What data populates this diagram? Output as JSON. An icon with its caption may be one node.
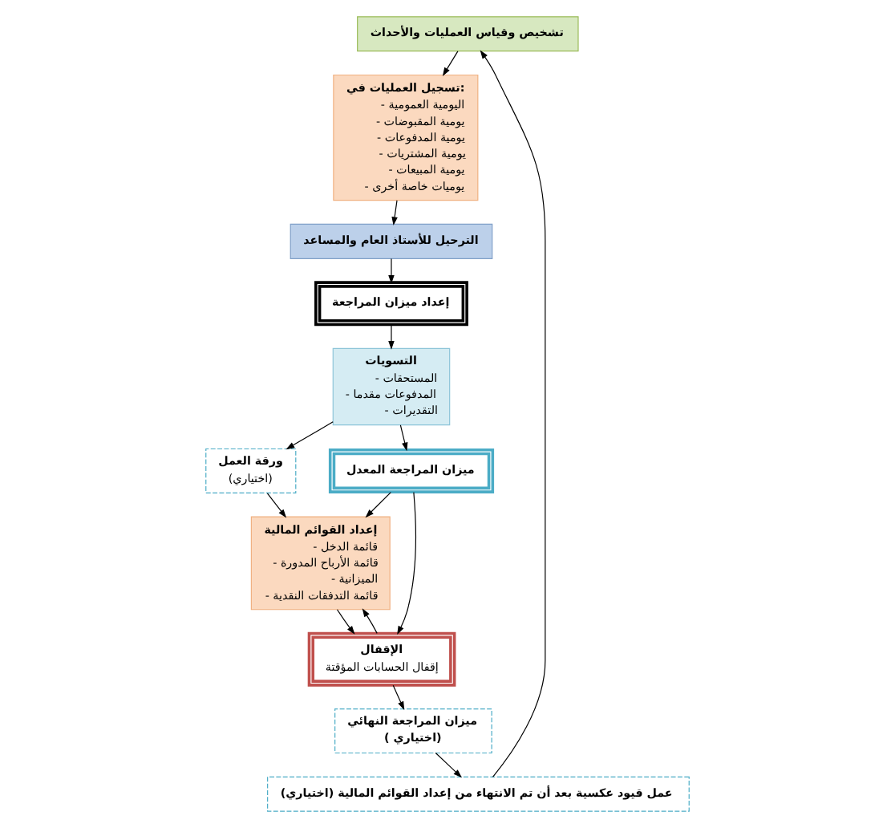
{
  "diagram": {
    "nodes": [
      {
        "text": [
          "تشخيص وقياس العمليات والأحداث"
        ]
      },
      {
        "text": [
          "تسجيل العمليات في:",
          "- اليومية العمومية",
          "- يومية المقبوضات",
          "- يومية المدفوعات",
          "- يومية المشتريات",
          "- يومية المبيعات",
          "- يوميات خاصة أخرى"
        ]
      },
      {
        "text": [
          "الترحيل للأستاذ العام والمساعد"
        ]
      },
      {
        "text": [
          "إعداد ميزان المراجعة"
        ]
      },
      {
        "text": [
          "التسويات",
          "- المستحقات",
          "- المدفوعات مقدما",
          "- التقديرات"
        ]
      },
      {
        "text": [
          "ورقة العمل",
          "(اختياري)"
        ]
      },
      {
        "text": [
          "ميزان المراجعة المعدل"
        ]
      },
      {
        "text": [
          "إعداد القوائم المالية",
          "- قائمة الدخل",
          "- قائمة الأرباح المدورة",
          "- الميزانية",
          "- قائمة التدفقات النقدية"
        ]
      },
      {
        "text": [
          "الإقفال",
          "إقفال الحسابات المؤقتة"
        ]
      },
      {
        "text": [
          "ميزان المراجعة النهائي",
          "( اختياري)"
        ]
      },
      {
        "text": [
          "عمل قيود عكسية بعد أن تم الانتهاء من إعداد القوائم المالية (اختياري)"
        ]
      }
    ],
    "edges": [
      {
        "from": 0,
        "to": 1,
        "arrow": "to"
      },
      {
        "from": 1,
        "to": 2,
        "arrow": "to"
      },
      {
        "from": 2,
        "to": 3,
        "arrow": "to"
      },
      {
        "from": 3,
        "to": 4,
        "arrow": "to"
      },
      {
        "from": 4,
        "to": 5,
        "arrow": "to"
      },
      {
        "from": 5,
        "to": 7,
        "arrow": "to"
      },
      {
        "from": 4,
        "to": 6,
        "arrow": "to"
      },
      {
        "from": 6,
        "to": 7,
        "arrow": "to"
      },
      {
        "from": 6,
        "to": 8,
        "arrow": "to"
      },
      {
        "from": 8,
        "to": 7,
        "arrow": "to"
      },
      {
        "from": 7,
        "to": 8,
        "arrow": "to"
      },
      {
        "from": 8,
        "to": 9,
        "arrow": "to"
      },
      {
        "from": 9,
        "to": 10,
        "arrow": "to"
      },
      {
        "from": 10,
        "to": 0,
        "arrow": "to"
      }
    ]
  }
}
